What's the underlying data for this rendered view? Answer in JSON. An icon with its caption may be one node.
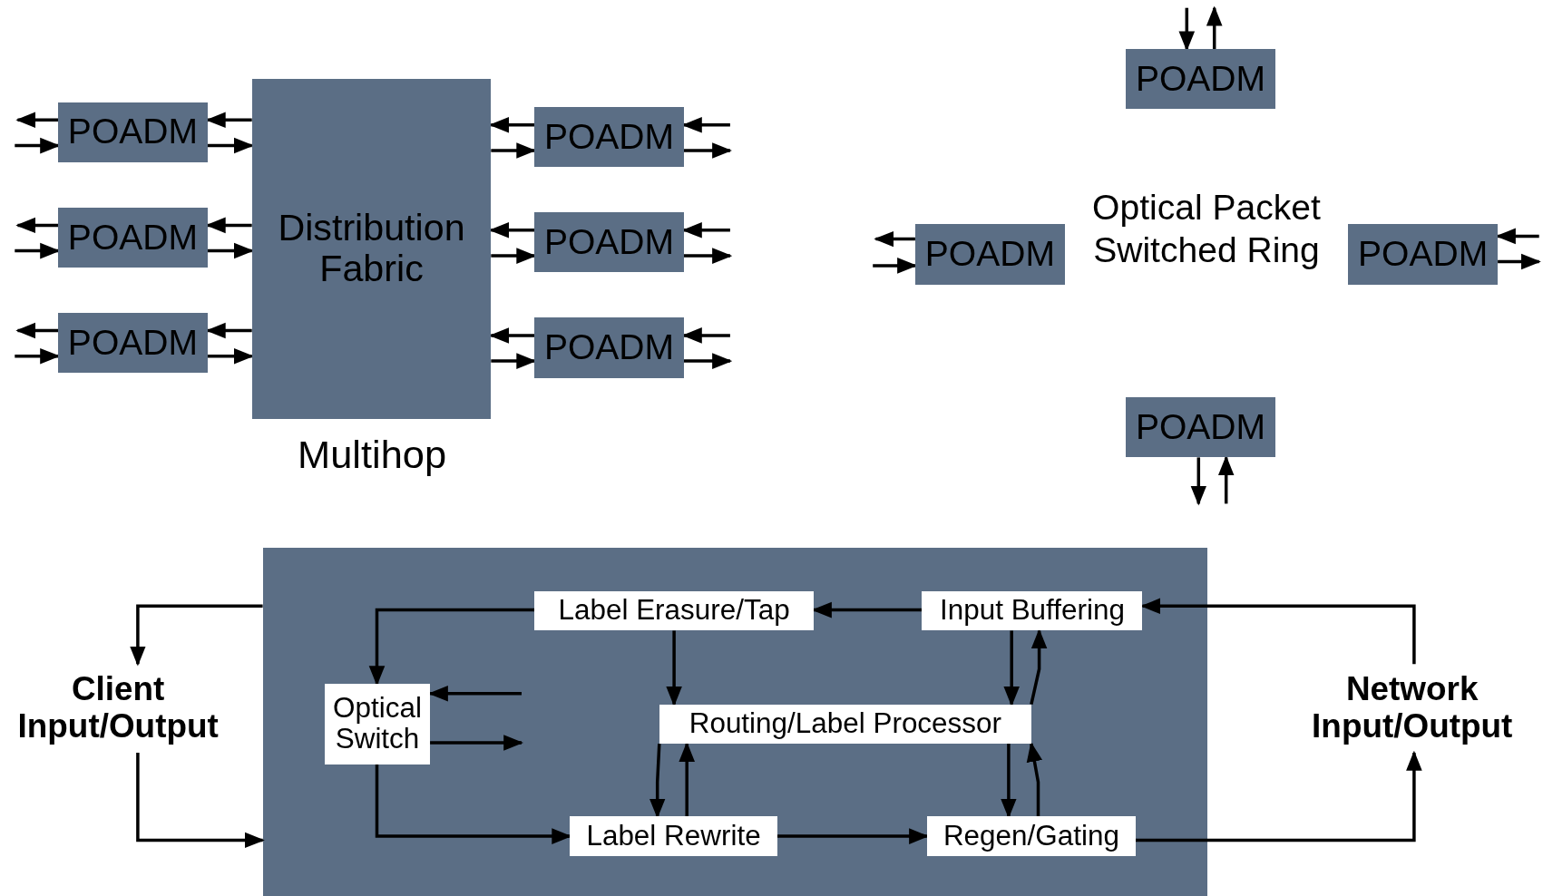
{
  "diagram": {
    "nodes": [
      {
        "text": [
          "Distribution Fabric"
        ],
        "beside": [
          "Multihop"
        ]
      },
      {
        "text": [
          "POADM"
        ]
      },
      {
        "text": [
          "POADM"
        ]
      },
      {
        "text": [
          "POADM"
        ]
      },
      {
        "text": [
          "POADM"
        ]
      },
      {
        "text": [
          "POADM"
        ]
      },
      {
        "text": [
          "POADM"
        ]
      },
      {
        "text": [
          "POADM"
        ]
      },
      {
        "text": [
          "POADM"
        ]
      },
      {
        "text": [
          "POADM"
        ]
      },
      {
        "text": [
          "POADM"
        ]
      },
      {
        "text": [],
        "shape": "box"
      },
      {
        "text": [
          "Label Erasure/Tap"
        ],
        "in": 11
      },
      {
        "text": [
          "Input Buffering"
        ],
        "in": 11
      },
      {
        "text": [
          "Optical Switch"
        ],
        "in": 11
      },
      {
        "text": [
          "Routing/Label Processor"
        ],
        "in": 11
      },
      {
        "text": [
          "Label Rewrite"
        ],
        "in": 11
      },
      {
        "text": [
          "Regen/Gating"
        ],
        "in": 11
      },
      {
        "text": [
          "Client Input/Output"
        ]
      },
      {
        "text": [
          "Network Input/Output"
        ]
      }
    ],
    "edges": [
      {
        "from": 1,
        "to": null,
        "arrow": "to"
      },
      {
        "from": null,
        "to": 1,
        "arrow": "to"
      },
      {
        "from": 0,
        "to": 1,
        "arrow": "to"
      },
      {
        "from": 1,
        "to": 0,
        "arrow": "to"
      },
      {
        "from": 2,
        "to": null,
        "arrow": "to"
      },
      {
        "from": null,
        "to": 2,
        "arrow": "to"
      },
      {
        "from": 0,
        "to": 2,
        "arrow": "to"
      },
      {
        "from": 2,
        "to": 0,
        "arrow": "to"
      },
      {
        "from": 3,
        "to": null,
        "arrow": "to"
      },
      {
        "from": null,
        "to": 3,
        "arrow": "to"
      },
      {
        "from": 0,
        "to": 3,
        "arrow": "to"
      },
      {
        "from": 3,
        "to": 0,
        "arrow": "to"
      },
      {
        "from": 4,
        "to": 0,
        "arrow": "to"
      },
      {
        "from": 0,
        "to": 4,
        "arrow": "to"
      },
      {
        "from": null,
        "to": 4,
        "arrow": "to"
      },
      {
        "from": 4,
        "to": null,
        "arrow": "to"
      },
      {
        "from": 5,
        "to": 0,
        "arrow": "to"
      },
      {
        "from": 0,
        "to": 5,
        "arrow": "to"
      },
      {
        "from": null,
        "to": 5,
        "arrow": "to"
      },
      {
        "from": 5,
        "to": null,
        "arrow": "to"
      },
      {
        "from": 6,
        "to": 0,
        "arrow": "to"
      },
      {
        "from": 0,
        "to": 6,
        "arrow": "to"
      },
      {
        "from": null,
        "to": 6,
        "arrow": "to"
      },
      {
        "from": 6,
        "to": null,
        "arrow": "to"
      },
      {
        "from": null,
        "to": 7,
        "arrow": "to"
      },
      {
        "from": 7,
        "to": null,
        "arrow": "to"
      },
      {
        "from": 8,
        "to": null,
        "arrow": "to"
      },
      {
        "from": null,
        "to": 8,
        "arrow": "to"
      },
      {
        "from": null,
        "to": 9,
        "arrow": "to"
      },
      {
        "from": 9,
        "to": null,
        "arrow": "to"
      },
      {
        "from": 10,
        "to": null,
        "arrow": "to"
      },
      {
        "from": null,
        "to": 10,
        "arrow": "to"
      },
      {
        "from": 11,
        "to": 18,
        "arrow": "to"
      },
      {
        "from": 18,
        "to": 11,
        "arrow": "to"
      },
      {
        "from": 19,
        "to": 13,
        "arrow": "to"
      },
      {
        "from": 13,
        "to": 12,
        "arrow": "to"
      },
      {
        "from": 12,
        "to": 14,
        "arrow": "to"
      },
      {
        "from": 12,
        "to": 15,
        "arrow": "to"
      },
      {
        "from": 13,
        "to": 15,
        "arrow": "to"
      },
      {
        "from": 15,
        "to": 13,
        "arrow": "to"
      },
      {
        "from": null,
        "to": 14,
        "arrow": "to"
      },
      {
        "from": 14,
        "to": null,
        "arrow": "to"
      },
      {
        "from": 14,
        "to": 16,
        "arrow": "to"
      },
      {
        "from": 15,
        "to": 16,
        "arrow": "to"
      },
      {
        "from": 16,
        "to": 15,
        "arrow": "to"
      },
      {
        "from": 15,
        "to": 17,
        "arrow": "to"
      },
      {
        "from": 17,
        "to": 15,
        "arrow": "to"
      },
      {
        "from": 16,
        "to": 17,
        "arrow": "to"
      },
      {
        "from": 17,
        "to": 19,
        "arrow": "to"
      }
    ],
    "labels": [
      "Optical Packet Switched Ring"
    ]
  }
}
